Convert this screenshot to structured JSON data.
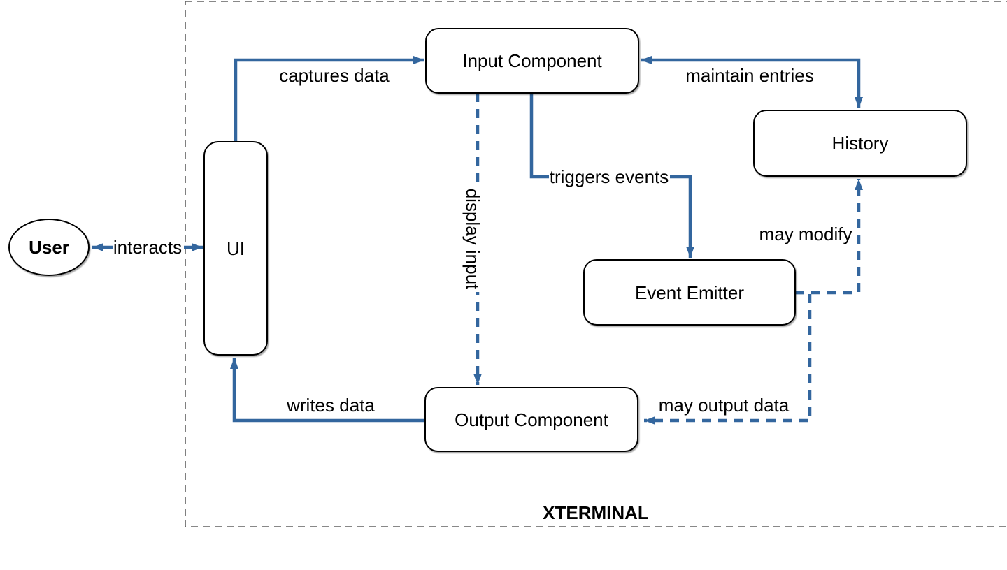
{
  "container": {
    "label": "XTERMINAL"
  },
  "nodes": {
    "user": {
      "label": "User"
    },
    "ui": {
      "label": "UI"
    },
    "input_component": {
      "label": "Input Component"
    },
    "history": {
      "label": "History"
    },
    "event_emitter": {
      "label": "Event Emitter"
    },
    "output_component": {
      "label": "Output Component"
    }
  },
  "edges": {
    "interacts": {
      "label": "interacts"
    },
    "captures_data": {
      "label": "captures data"
    },
    "maintain_entries": {
      "label": "maintain entries"
    },
    "triggers_events": {
      "label": "triggers events"
    },
    "display_input": {
      "label": "display input"
    },
    "may_modify": {
      "label": "may modify"
    },
    "may_output_data": {
      "label": "may output data"
    },
    "writes_data": {
      "label": "writes data"
    }
  },
  "colors": {
    "edge": "#33669e",
    "node_border": "#000000",
    "container_border": "#616161",
    "text": "#000000",
    "node_fill": "#ffffff"
  }
}
